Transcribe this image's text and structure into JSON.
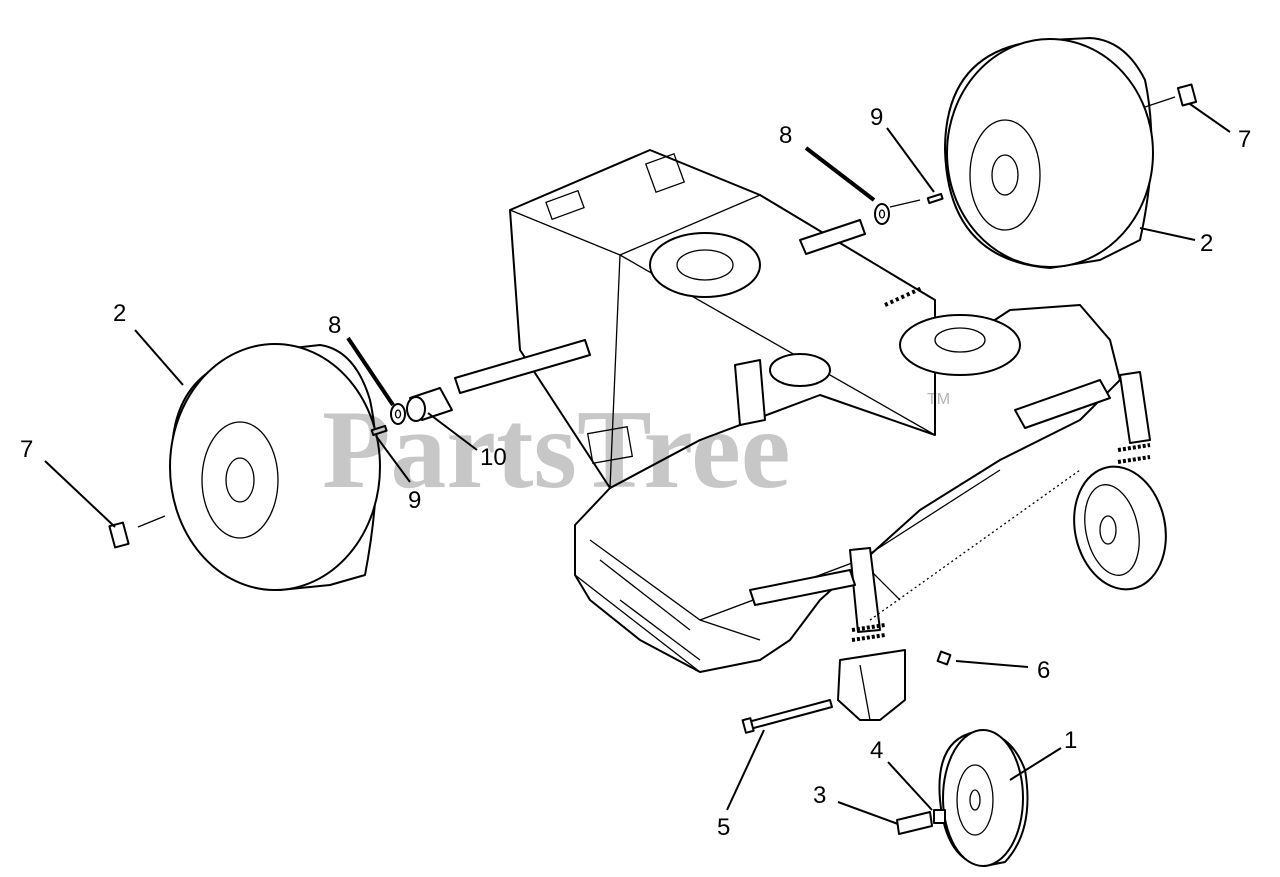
{
  "watermark": {
    "text": "PartsTree",
    "trademark": "TM"
  },
  "callouts": [
    {
      "id": "c1",
      "label": "1"
    },
    {
      "id": "c2a",
      "label": "2"
    },
    {
      "id": "c2b",
      "label": "2"
    },
    {
      "id": "c3",
      "label": "3"
    },
    {
      "id": "c4",
      "label": "4"
    },
    {
      "id": "c5",
      "label": "5"
    },
    {
      "id": "c6",
      "label": "6"
    },
    {
      "id": "c7a",
      "label": "7"
    },
    {
      "id": "c7b",
      "label": "7"
    },
    {
      "id": "c8a",
      "label": "8"
    },
    {
      "id": "c8b",
      "label": "8"
    },
    {
      "id": "c9a",
      "label": "9"
    },
    {
      "id": "c9b",
      "label": "9"
    },
    {
      "id": "c10",
      "label": "10"
    }
  ]
}
